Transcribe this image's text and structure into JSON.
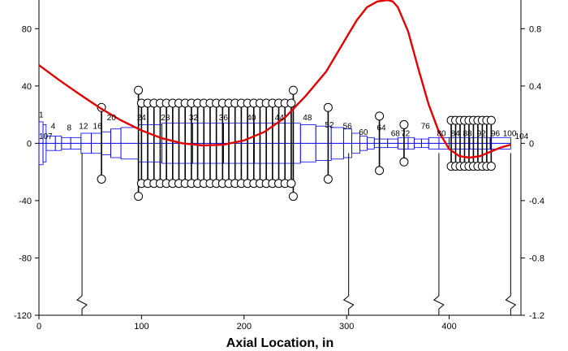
{
  "chart_data": {
    "type": "line",
    "xlabel": "Axial Location, in",
    "xlim": [
      0,
      470
    ],
    "xticks": [
      0,
      100,
      200,
      300,
      400
    ],
    "ylim": [
      -120,
      100
    ],
    "yticks": [
      80,
      40,
      0,
      -40,
      -80,
      -120
    ],
    "y2lim": [
      -1.2,
      1.0
    ],
    "y2ticks": [
      0.8,
      0.4,
      0,
      -0.4,
      -0.8,
      -1.2
    ],
    "y2tick_labels": [
      "0.8",
      "0.4",
      "0",
      "-0.4",
      "-0.8",
      "-1.2"
    ],
    "colors": {
      "shaft": "#0000ee",
      "mode_shape": "#e00000",
      "frame": "#000000"
    },
    "mode_shape": {
      "x": [
        0,
        20,
        40,
        60,
        80,
        100,
        120,
        140,
        160,
        180,
        200,
        220,
        240,
        260,
        280,
        300,
        310,
        320,
        330,
        340,
        345,
        350,
        360,
        370,
        380,
        390,
        400,
        410,
        420,
        430,
        440,
        450,
        460
      ],
      "y": [
        0.545,
        0.44,
        0.34,
        0.245,
        0.16,
        0.09,
        0.035,
        0.0,
        -0.015,
        -0.01,
        0.02,
        0.08,
        0.18,
        0.33,
        0.5,
        0.74,
        0.86,
        0.95,
        0.99,
        1.0,
        0.99,
        0.95,
        0.78,
        0.52,
        0.27,
        0.08,
        -0.04,
        -0.09,
        -0.1,
        -0.09,
        -0.06,
        -0.03,
        -0.01
      ]
    },
    "shaft_profile": {
      "x": [
        0,
        4,
        7,
        16,
        22,
        31,
        41,
        51,
        61,
        70,
        80,
        97,
        120,
        150,
        180,
        210,
        240,
        255,
        270,
        285,
        297,
        305,
        313,
        320,
        327,
        340,
        350,
        360,
        366,
        373,
        380,
        390,
        400,
        420,
        440,
        460
      ],
      "r": [
        15,
        13,
        5,
        5,
        4,
        4,
        7,
        7,
        8,
        10,
        11,
        13,
        14,
        14,
        14,
        14,
        14,
        13,
        12,
        11,
        10,
        7,
        5,
        4,
        3,
        3,
        4,
        4,
        3,
        3,
        4,
        4,
        4,
        4,
        4,
        3
      ]
    },
    "disks": [
      {
        "x": 61,
        "r": 25
      },
      {
        "x": 97,
        "r": 37
      },
      {
        "x": 248,
        "r": 37
      },
      {
        "x": 282,
        "r": 25
      },
      {
        "x": 332,
        "r": 19
      },
      {
        "x": 356,
        "r": 13
      }
    ],
    "disk_packs": [
      {
        "x_start": 100,
        "x_end": 246,
        "count": 25,
        "r": 28
      },
      {
        "x_start": 402,
        "x_end": 441,
        "count": 10,
        "r": 16
      }
    ],
    "supports_x": [
      42,
      302,
      390,
      460
    ],
    "node_labels": [
      {
        "text": "1",
        "x": 0,
        "y": 18
      },
      {
        "text": "107",
        "x": 0,
        "y": 3
      },
      {
        "text": "4",
        "x": 6,
        "y": 10
      },
      {
        "text": "8",
        "x": 14,
        "y": 9
      },
      {
        "text": "12",
        "x": 20,
        "y": 10
      },
      {
        "text": "16",
        "x": 27,
        "y": 10
      },
      {
        "text": "20",
        "x": 34,
        "y": 16
      },
      {
        "text": "24",
        "x": 49,
        "y": 16
      },
      {
        "text": "28",
        "x": 61,
        "y": 16
      },
      {
        "text": "32",
        "x": 75,
        "y": 16
      },
      {
        "text": "36",
        "x": 90,
        "y": 16
      },
      {
        "text": "40",
        "x": 104,
        "y": 16
      },
      {
        "text": "44",
        "x": 118,
        "y": 16
      },
      {
        "text": "48",
        "x": 132,
        "y": 16
      },
      {
        "text": "52",
        "x": 143,
        "y": 11
      },
      {
        "text": "56",
        "x": 152,
        "y": 10
      },
      {
        "text": "60",
        "x": 160,
        "y": 6
      },
      {
        "text": "64",
        "x": 169,
        "y": 9
      },
      {
        "text": "68",
        "x": 176,
        "y": 5
      },
      {
        "text": "72",
        "x": 181,
        "y": 5
      },
      {
        "text": "76",
        "x": 191,
        "y": 10
      },
      {
        "text": "80",
        "x": 199,
        "y": 5
      },
      {
        "text": "84",
        "x": 206,
        "y": 5
      },
      {
        "text": "88",
        "x": 212,
        "y": 5
      },
      {
        "text": "92",
        "x": 219,
        "y": 5
      },
      {
        "text": "96",
        "x": 226,
        "y": 5
      },
      {
        "text": "100",
        "x": 232,
        "y": 5
      },
      {
        "text": "104",
        "x": 238,
        "y": 3
      }
    ]
  }
}
